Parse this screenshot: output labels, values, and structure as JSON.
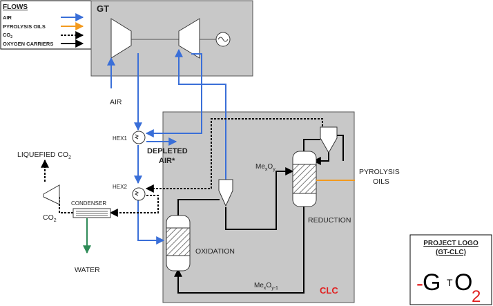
{
  "colors": {
    "air": "#3A6FD8",
    "oil": "#F39A1E",
    "co2": "#000000",
    "oxygen_carriers": "#000000",
    "water": "#2E8B57",
    "box_fill": "#C8C8C8",
    "logo_red": "#E02020"
  },
  "legend": {
    "title": "FLOWS",
    "items": [
      {
        "label": "AIR",
        "color": "#3A6FD8",
        "style": "solid"
      },
      {
        "label": "PYROLYSIS OILS",
        "color": "#F39A1E",
        "style": "solid"
      },
      {
        "label": "CO",
        "sub": "2",
        "color": "#000000",
        "style": "dashed"
      },
      {
        "label": "OXYGEN CARRIERS",
        "color": "#000000",
        "style": "solid"
      }
    ]
  },
  "gt": {
    "title": "GT"
  },
  "clc": {
    "title": "CLC"
  },
  "labels": {
    "air": "AIR",
    "hex1": "HEX1",
    "hex2": "HEX2",
    "depleted_air_line1": "DEPLETED",
    "depleted_air_line2": "AIR*",
    "liquefied_co2": "LIQUEFIED CO",
    "liquefied_co2_sub": "2",
    "co2": "CO",
    "co2_sub": "2",
    "condenser": "CONDENSER",
    "water": "WATER",
    "oxidation": "OXIDATION",
    "reduction": "REDUCTION",
    "pyrolysis_oils_line1": "PYROLYSIS",
    "pyrolysis_oils_line2": "OILS",
    "mexoy_top": {
      "a": "Me",
      "b": "x",
      "c": "O",
      "d": "y"
    },
    "mexoy_bottom": {
      "a": "Me",
      "b": "x",
      "c": "O",
      "d": "y-1"
    }
  },
  "logo": {
    "title_line1": "PROJECT LOGO",
    "title_line2": "(GT-CLC)",
    "dash": "-",
    "g": "G",
    "t": "T",
    "o": "O",
    "sub": "2"
  }
}
